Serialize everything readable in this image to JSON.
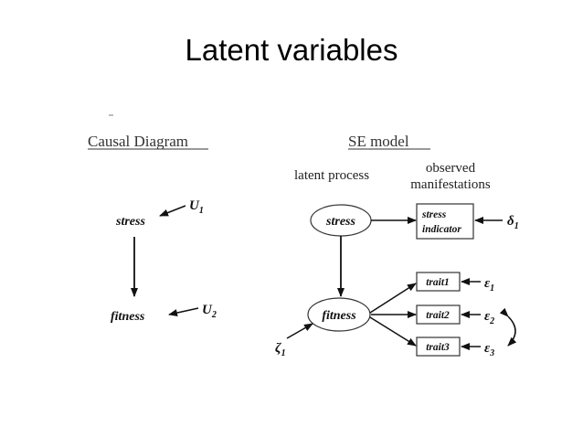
{
  "slide": {
    "title": "Latent variables"
  },
  "causal_diagram": {
    "heading": "Causal Diagram",
    "nodes": {
      "stress": "stress",
      "fitness": "fitness"
    },
    "disturbances": [
      {
        "letter": "U",
        "sub": "1"
      },
      {
        "letter": "U",
        "sub": "2"
      }
    ]
  },
  "se_model": {
    "heading": "SE model",
    "col_latent": "latent process",
    "col_observed_1": "observed",
    "col_observed_2": "manifestations",
    "latent_nodes": {
      "stress": "stress",
      "fitness": "fitness"
    },
    "stress_box": {
      "line1": "stress",
      "line2": "indicator"
    },
    "trait_boxes": [
      "trait1",
      "trait2",
      "trait3"
    ],
    "errors": {
      "delta": {
        "letter": "δ",
        "sub": "1"
      },
      "zeta": {
        "letter": "ζ",
        "sub": "1"
      },
      "epsilons": [
        {
          "letter": "ε",
          "sub": "1"
        },
        {
          "letter": "ε",
          "sub": "2"
        },
        {
          "letter": "ε",
          "sub": "3"
        }
      ]
    }
  }
}
